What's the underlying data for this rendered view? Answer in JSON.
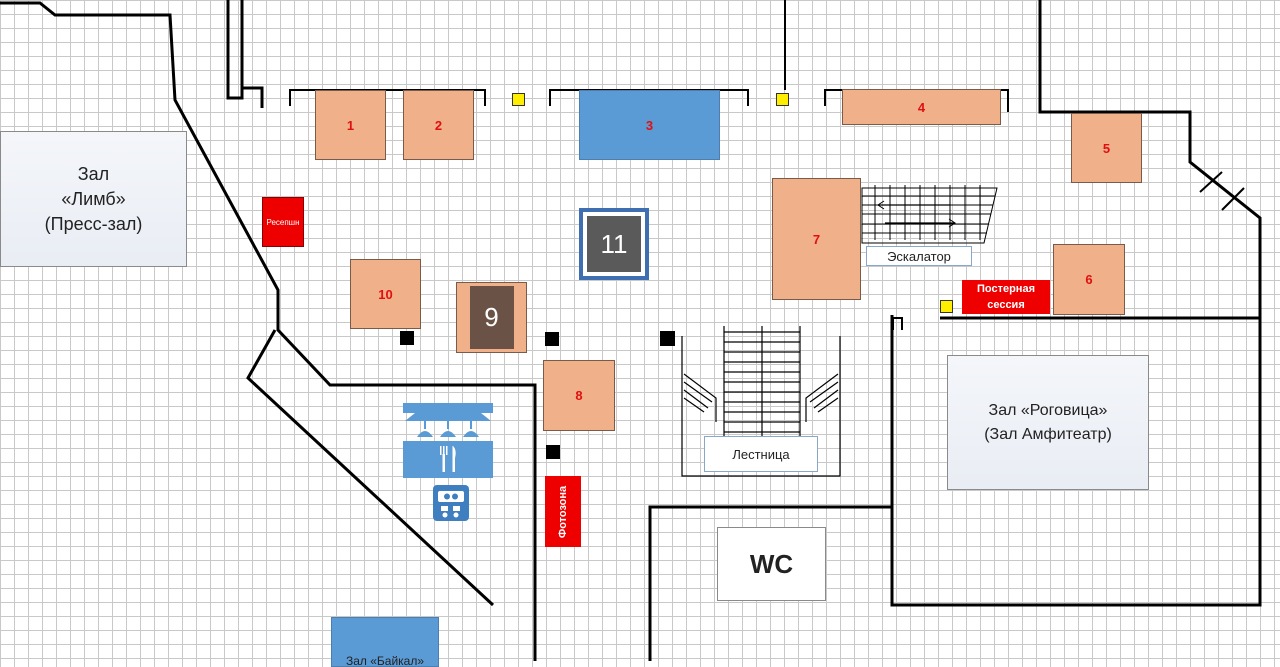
{
  "rooms": {
    "limb": {
      "line1": "Зал",
      "line2": "«Лимб»",
      "line3": "(Пресс-зал)"
    },
    "rogovitsa": {
      "line1": "Зал «Роговица»",
      "line2": "(Зал Амфитеатр)"
    },
    "wc": "WC",
    "baikal": "Зал «Байкал»"
  },
  "booths": {
    "b1": "1",
    "b2": "2",
    "b3": "3",
    "b4": "4",
    "b5": "5",
    "b6": "6",
    "b7": "7",
    "b8": "8",
    "b9": "9",
    "b10": "10",
    "b11": "11"
  },
  "labels": {
    "reception": "Ресепшн",
    "escalator": "Эскалатор",
    "stairs": "Лестница",
    "poster": "Постерная сессия",
    "photozone": "Фотозона"
  },
  "colors": {
    "booth": "#f0b08a",
    "booth_blue": "#5b9bd5",
    "tag_red": "#ee0000",
    "marker_yellow": "#ffee00",
    "cafe_blue": "#5b9bd5"
  },
  "icons": [
    "cutlery-icon",
    "atm-icon",
    "escalator-icon",
    "staircase-icon"
  ]
}
